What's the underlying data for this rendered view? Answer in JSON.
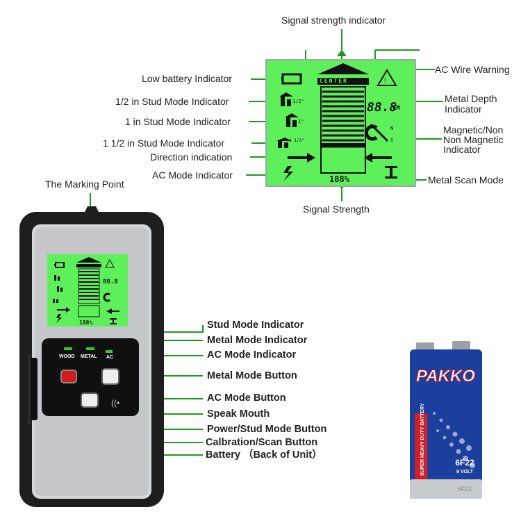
{
  "title": "Signal strength indicator",
  "lcd_labels_left": [
    "Low battery Indicator",
    "1/2 in Stud Mode Indicator",
    "1 in Stud Mode Indicator",
    "1 1/2 in Stud  Mode Indicator",
    "Direction indication",
    "AC Mode Indicator"
  ],
  "lcd_labels_right": [
    "AC Wire Warning",
    "Metal Depth\nIndicator",
    "Magnetic/Non\nNon Magnetic\nIndicator",
    "Metal Scan Mode"
  ],
  "signal_strength": "Signal Strength",
  "marking_point": "The Marking Point",
  "lcd": {
    "center": "CENTER",
    "depth": "88.8",
    "depth_unit": "CM",
    "percent": "188%",
    "stud_half": "1/2\"",
    "stud_one": "1\"",
    "stud_one_half": "1 1/2\"",
    "mag_n": "N",
    "mag_s": "S"
  },
  "device": {
    "wood": "WOOD",
    "metal": "METAL",
    "ac": "AC"
  },
  "device_labels": [
    "Stud Mode Indicator",
    "Metal Mode Indicator",
    "AC Mode Indicator",
    "Metal Mode Button",
    "AC Mode Button",
    "Speak Mouth",
    "Power/Stud Mode Button",
    "Calbration/Scan Button",
    "Battery （Back of Unit）"
  ],
  "battery": {
    "brand": "PAKKO",
    "side_text": "SUPER HEAVY DUTY BATTERY",
    "model": "6F22",
    "voltage": "9 VOLT",
    "bottom": "6F22"
  },
  "colors": {
    "lcd_green": "#5ef05a",
    "leader_green": "#1a9c1a",
    "battery_blue": "#1c3f9e",
    "battery_red": "#d11f28"
  }
}
